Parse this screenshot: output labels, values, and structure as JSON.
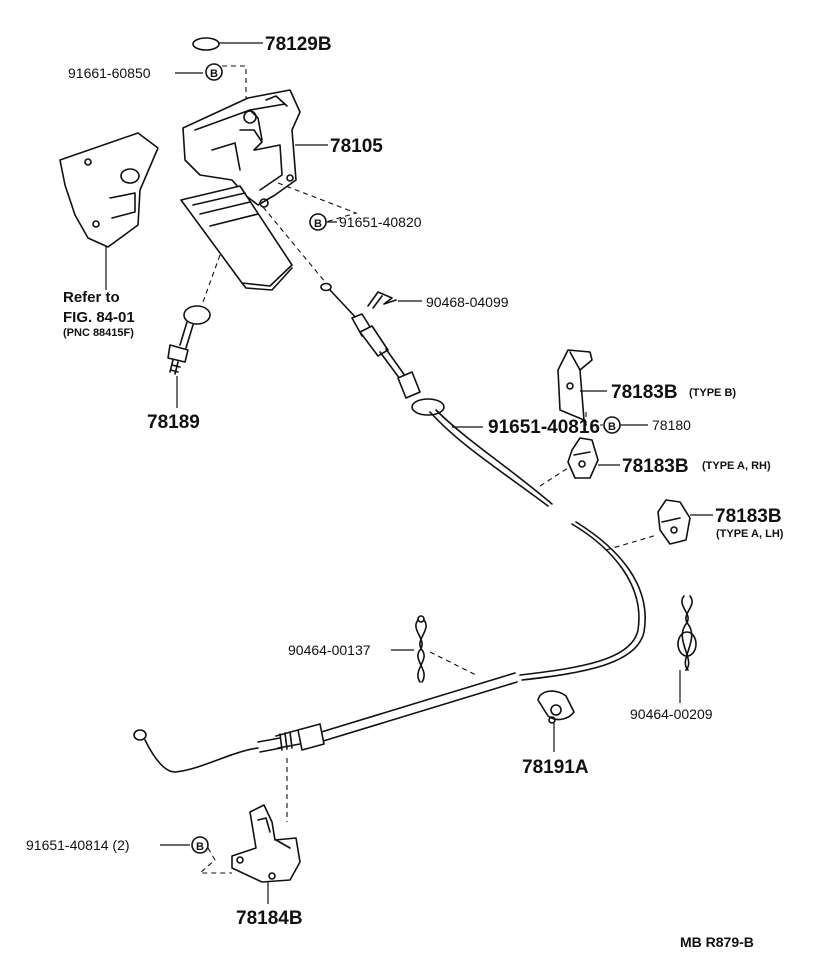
{
  "parts": [
    {
      "id": "p78129B",
      "text": "78129B"
    },
    {
      "id": "p91661_60850",
      "text": "91661-60850"
    },
    {
      "id": "p78105",
      "text": "78105"
    },
    {
      "id": "p91651_40820",
      "text": "91651-40820"
    },
    {
      "id": "p90468_04099",
      "text": "90468-04099"
    },
    {
      "id": "p78183B_typeB",
      "text": "78183B"
    },
    {
      "id": "p91651_40816",
      "text": "91651-40816"
    },
    {
      "id": "p78180",
      "text": "78180"
    },
    {
      "id": "p78183B_typeA_rh",
      "text": "78183B"
    },
    {
      "id": "p78183B_typeA_lh",
      "text": "78183B"
    },
    {
      "id": "p90464_00137",
      "text": "90464-00137"
    },
    {
      "id": "p90464_00209",
      "text": "90464-00209"
    },
    {
      "id": "p78191A",
      "text": "78191A"
    },
    {
      "id": "p91651_40814",
      "text": "91651-40814 (2)"
    },
    {
      "id": "p78184B",
      "text": "78184B"
    },
    {
      "id": "p78189",
      "text": "78189"
    }
  ],
  "notes": {
    "type_b": "(TYPE B)",
    "type_a_rh": "(TYPE A, RH)",
    "type_a_lh": "(TYPE A, LH)"
  },
  "refer": {
    "line1": "Refer to",
    "line2": "FIG. 84-01",
    "line3": "(PNC 88415F)"
  },
  "bolt_symbol": "B",
  "footer": "MB  R879-B"
}
